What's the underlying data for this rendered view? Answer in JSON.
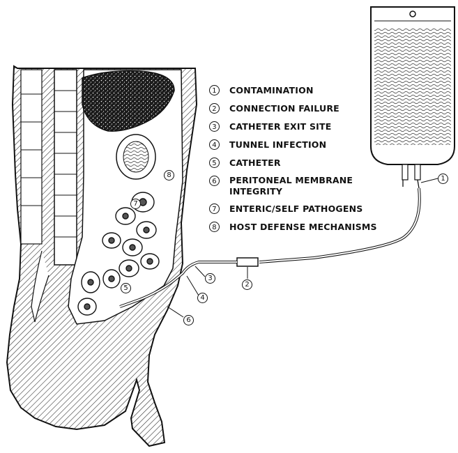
{
  "legend": [
    {
      "num": "1",
      "label": "CONTAMINATION"
    },
    {
      "num": "2",
      "label": "CONNECTION FAILURE"
    },
    {
      "num": "3",
      "label": "CATHETER EXIT SITE"
    },
    {
      "num": "4",
      "label": "TUNNEL INFECTION"
    },
    {
      "num": "5",
      "label": "CATHETER"
    },
    {
      "num": "6",
      "label_line1": "PERITONEAL MEMBRANE",
      "label_line2": "INTEGRITY"
    },
    {
      "num": "7",
      "label": "ENTERIC/SELF PATHOGENS"
    },
    {
      "num": "8",
      "label": "HOST DEFENSE MECHANISMS"
    }
  ],
  "callouts": {
    "c1": "1",
    "c2": "2",
    "c3": "3",
    "c4": "4",
    "c5": "5",
    "c6": "6",
    "c7": "7",
    "c8": "8"
  }
}
